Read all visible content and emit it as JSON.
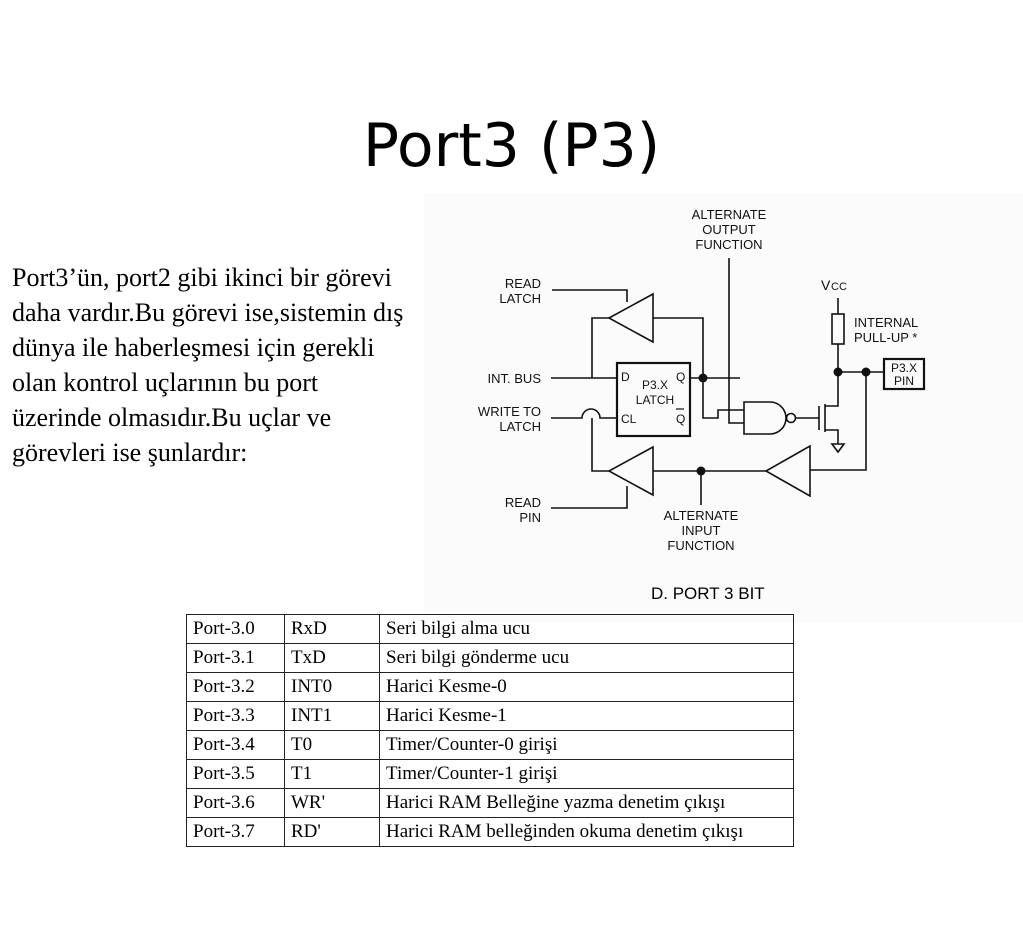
{
  "slide": {
    "title": "Port3 (P3)",
    "body": "Port3’ün, port2 gibi ikinci bir görevi daha vardır.Bu görevi ise,sistemin dış dünya ile haberleşmesi için gerekli olan kontrol uçlarının bu port üzerinde olmasıdır.Bu uçlar ve görevleri ise şunlardır:"
  },
  "diagram": {
    "caption": "D. PORT 3 BIT",
    "labels": {
      "alt_out_1": "ALTERNATE",
      "alt_out_2": "OUTPUT",
      "alt_out_3": "FUNCTION",
      "read_latch_1": "READ",
      "read_latch_2": "LATCH",
      "int_bus": "INT. BUS",
      "write_to_1": "WRITE TO",
      "write_to_2": "LATCH",
      "read_pin_1": "READ",
      "read_pin_2": "PIN",
      "alt_in_1": "ALTERNATE",
      "alt_in_2": "INPUT",
      "alt_in_3": "FUNCTION",
      "vcc": "V",
      "vcc_sub": "CC",
      "pullup_1": "INTERNAL",
      "pullup_2": "PULL-UP *",
      "latch_d": "D",
      "latch_q": "Q",
      "latch_name_1": "P3.X",
      "latch_name_2": "LATCH",
      "latch_cl": "CL",
      "latch_qbar": "Q",
      "pin_1": "P3.X",
      "pin_2": "PIN"
    }
  },
  "table": {
    "rows": [
      {
        "port": "Port-3.0",
        "name": "RxD",
        "desc": "Seri bilgi alma ucu"
      },
      {
        "port": "Port-3.1",
        "name": "TxD",
        "desc": "Seri bilgi gönderme ucu"
      },
      {
        "port": "Port-3.2",
        "name": "INT0",
        "desc": "Harici Kesme-0"
      },
      {
        "port": "Port-3.3",
        "name": "INT1",
        "desc": "Harici Kesme-1"
      },
      {
        "port": "Port-3.4",
        "name": "T0",
        "desc": "Timer/Counter-0 girişi"
      },
      {
        "port": "Port-3.5",
        "name": "T1",
        "desc": "Timer/Counter-1 girişi"
      },
      {
        "port": "Port-3.6",
        "name": "WR'",
        "desc": "Harici RAM Belleğine yazma denetim çıkışı"
      },
      {
        "port": "Port-3.7",
        "name": "RD'",
        "desc": "Harici RAM belleğinden okuma denetim çıkışı"
      }
    ]
  }
}
